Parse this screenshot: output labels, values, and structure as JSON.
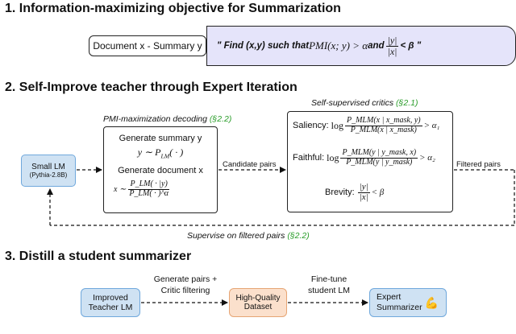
{
  "section1": {
    "title": "1. Information-maximizing objective for Summarization",
    "left_box": "Document x - Summary y",
    "objective_prefix": "\" Find (x,y) such that ",
    "objective_pmi": "PMI(x; y) > α",
    "objective_and": " and ",
    "objective_ratio_num": "|y|",
    "objective_ratio_den": "|x|",
    "objective_suffix": " < β \""
  },
  "section2": {
    "title": "2. Self-Improve teacher through Expert Iteration",
    "decoding_title": "PMI-maximization decoding ",
    "decoding_ref": "(§2.2)",
    "critics_title": "Self-supervised critics ",
    "critics_ref": "(§2.1)",
    "small_lm": "Small LM",
    "small_lm_sub": "(Pythia-2.8B)",
    "gen_summary": "Generate summary y",
    "gen_summary_eq": "y ∼ P",
    "gen_summary_eq_sub": "LM",
    "gen_summary_eq_tail": "( · )",
    "gen_document": "Generate document x",
    "gen_doc_lhs": "x ∼",
    "gen_doc_num": "P_LM( · |y)",
    "gen_doc_den": "P_LM( · )^α",
    "candidate_pairs": "Candidate pairs",
    "filtered_pairs": "Filtered pairs",
    "saliency_label": "Saliency:",
    "saliency_num": "P_MLM(x | x_mask, y)",
    "saliency_den": "P_MLM(x | x_mask)",
    "saliency_tail": "> α₁",
    "faithful_label": "Faithful:",
    "faithful_num": "P_MLM(y | y_mask, x)",
    "faithful_den": "P_MLM(y | y_mask)",
    "faithful_tail": "> α₂",
    "brevity_label": "Brevity:",
    "brevity_num": "|y|",
    "brevity_den": "|x|",
    "brevity_tail": "< β",
    "log": "log",
    "supervise": "Supervise on filtered pairs ",
    "supervise_ref": "(§2.2)"
  },
  "section3": {
    "title": "3. Distill a student summarizer",
    "improved_1": "Improved",
    "improved_2": "Teacher LM",
    "arrow1_1": "Generate pairs +",
    "arrow1_2": "Critic filtering",
    "dataset_1": "High-Quality",
    "dataset_2": "Dataset",
    "arrow2_1": "Fine-tune",
    "arrow2_2": "student LM",
    "expert_1": "Expert",
    "expert_2": "Summarizer",
    "expert_emoji": "💪"
  },
  "colors": {
    "blue_fill": "#cfe2f3",
    "blue_border": "#6fa8dc",
    "peach_fill": "#fbe0cc",
    "peach_border": "#e6a574",
    "lavender_fill": "#e5e4fa",
    "green_ref": "#2a9d2a"
  }
}
